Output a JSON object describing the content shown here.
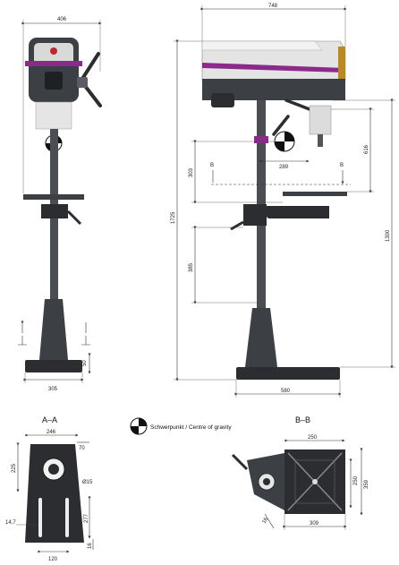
{
  "front_view": {
    "width": "406",
    "height_base": "50",
    "base_width": "305"
  },
  "side_view": {
    "width": "748",
    "total_height": "1725",
    "column_height": "1300",
    "spindle_travel": "616",
    "table_drop": "303",
    "cog_offset": "289",
    "table_travel": "385",
    "base_depth": "580",
    "section_b_left": "B",
    "section_b_right": "B"
  },
  "section_aa": {
    "title": "A–A",
    "top_width": "246",
    "edge": "70",
    "slot_depth": "225",
    "hole": "Ø15",
    "slot_length": "277",
    "slot_width": "14,7",
    "bottom_gap": "16",
    "bottom_width": "120"
  },
  "section_bb": {
    "title": "B–B",
    "top_width": "250",
    "height_outer": "359",
    "height_inner": "250",
    "bottom_width": "309",
    "slot": "16"
  },
  "legend": {
    "text": "Schwerpunkt / Centre of gravity"
  },
  "colors": {
    "accent": "#8c2a8c",
    "body": "#3c3f44",
    "light": "#d9d9d9"
  }
}
